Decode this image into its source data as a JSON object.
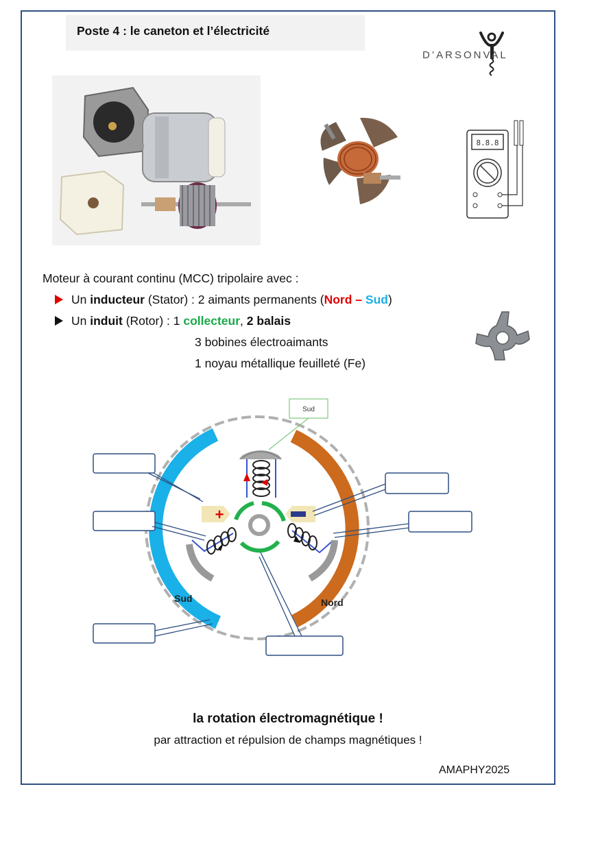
{
  "header": {
    "title": "Poste 4 : le caneton et l’électricité",
    "logo_text": "D’ARSONVAL"
  },
  "intro": {
    "line1": "Moteur à courant continu (MCC) tripolaire avec :",
    "bullet1_a": "Un ",
    "bullet1_b": "inducteur",
    "bullet1_c": " (Stator) : 2 aimants permanents (",
    "nord": "Nord",
    "dash": " – ",
    "sud": "Sud",
    "bullet1_d": ")",
    "bullet2_a": "Un ",
    "bullet2_b": "induit",
    "bullet2_c": " (Rotor) : 1 ",
    "collecteur": "collecteur",
    "comma": ", ",
    "balais": "2 balais",
    "line_bobines": "3 bobines électroaimants",
    "line_noyau": "1 noyau métallique feuilleté (Fe)"
  },
  "diagram": {
    "callout_top": "Sud",
    "label_sud": "Sud",
    "label_nord": "Nord",
    "plus": "+",
    "colors": {
      "stator_blue": "#1ab0e8",
      "stator_orange": "#cc6a1e",
      "collector_green": "#22b14c",
      "wire_blue": "#3355cc",
      "box_border": "#2f4f82"
    }
  },
  "conclusion": {
    "title": "la rotation électromagnétique !",
    "subtitle": "par attraction et répulsion de champs magnétiques !"
  },
  "footer": "AMAPHY2025",
  "colors": {
    "frame": "#2f4f82",
    "nord": "#e00000",
    "sud": "#1ab0e8",
    "collecteur": "#1aa84a"
  }
}
